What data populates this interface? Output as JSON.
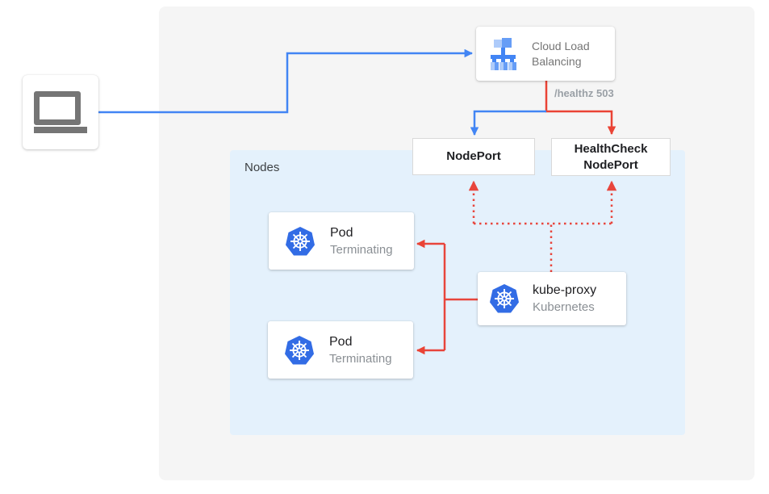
{
  "colors": {
    "panel_bg": "#f5f5f5",
    "nodes_bg": "#e4f1fc",
    "blue": "#4285f4",
    "red": "#ea4335",
    "kubernetes_blue": "#326ce5",
    "text_dark": "#212124",
    "text_gray": "#757575",
    "muted_gray": "#9aa0a6"
  },
  "client": {
    "icon": "laptop-icon"
  },
  "cloud_load_balancing": {
    "label": "Cloud Load Balancing",
    "icon": "load-balancer-icon"
  },
  "health_annotation": "/healthz 503",
  "nodes_region": {
    "label": "Nodes"
  },
  "nodeport": {
    "label": "NodePort"
  },
  "healthcheck_nodeport": {
    "label": "HealthCheck NodePort"
  },
  "kube_proxy": {
    "title": "kube-proxy",
    "subtitle": "Kubernetes",
    "icon": "kubernetes-icon"
  },
  "pods": [
    {
      "title": "Pod",
      "status": "Terminating",
      "icon": "kubernetes-icon"
    },
    {
      "title": "Pod",
      "status": "Terminating",
      "icon": "kubernetes-icon"
    }
  ]
}
